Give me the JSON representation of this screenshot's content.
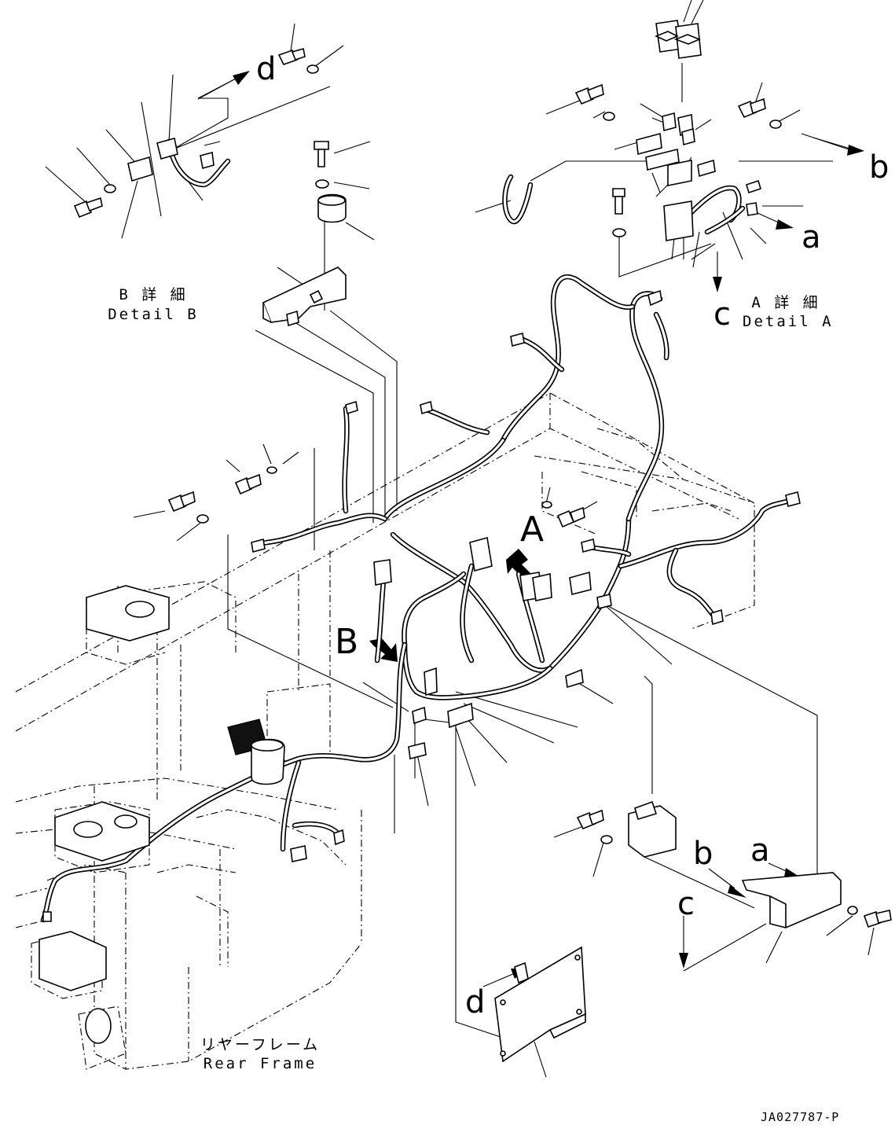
{
  "labels": {
    "detail_b_jp": "B 詳 細",
    "detail_b_en": "Detail B",
    "detail_a_jp": "A 詳 細",
    "detail_a_en": "Detail A",
    "rear_frame_jp": "リヤーフレーム",
    "rear_frame_en": "Rear Frame",
    "view_a": "A",
    "view_b": "B",
    "ref_a_1": "a",
    "ref_a_2": "a",
    "ref_b_1": "b",
    "ref_b_2": "b",
    "ref_c_1": "c",
    "ref_c_2": "c",
    "ref_d_1": "d",
    "ref_d_2": "d",
    "drawing_number": "JA027787-P"
  }
}
